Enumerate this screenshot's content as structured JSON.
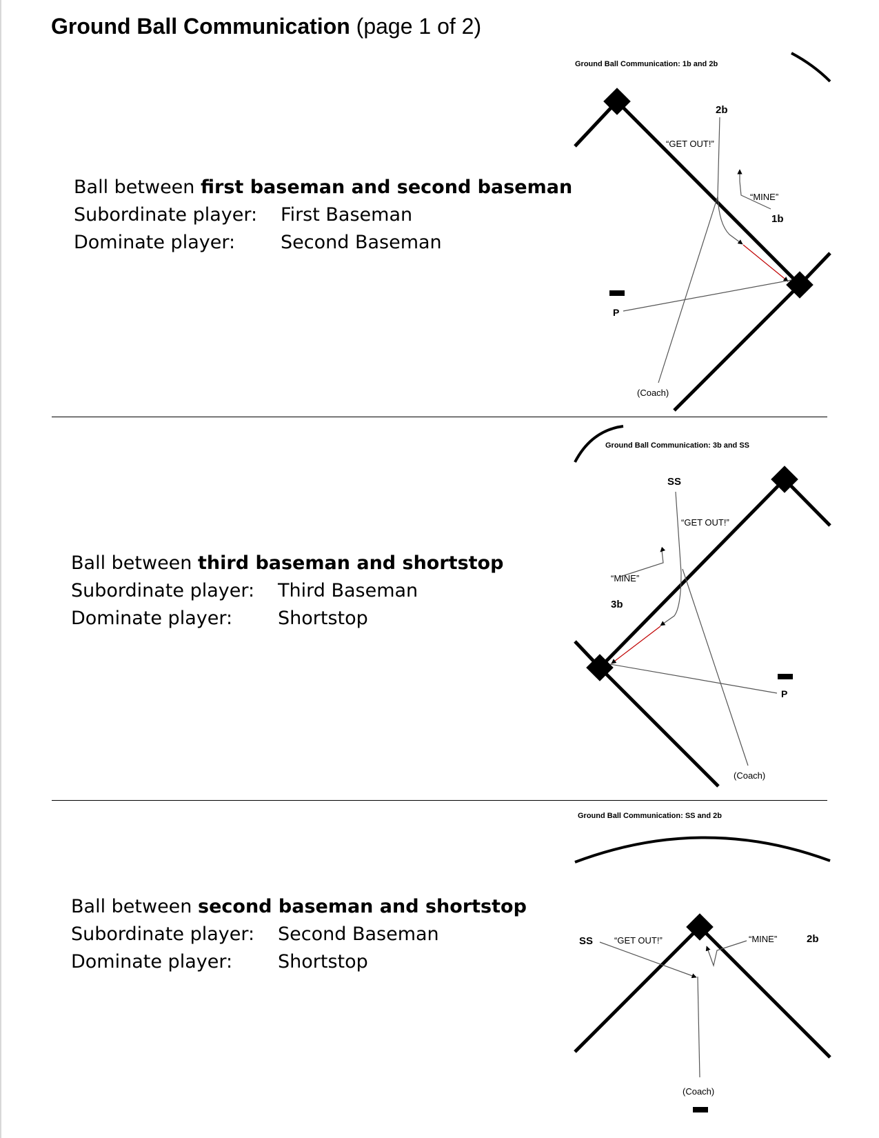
{
  "title": {
    "bold": "Ground Ball Communication",
    "normal": "(page 1 of 2)"
  },
  "sections": [
    {
      "heading_prefix": "Ball between",
      "heading_bold": "first baseman and second baseman",
      "subordinate_label": "Subordinate player:",
      "subordinate_value": "First Baseman",
      "dominate_label": "Dominate player:",
      "dominate_value": "Second Baseman",
      "diagram": {
        "title": "Ground Ball  Communication: 1b and 2b",
        "labels": {
          "p1": "2b",
          "call1": "“GET OUT!”",
          "call2": "“MINE”",
          "p2": "1b",
          "pitcher": "P",
          "coach": "(Coach)"
        }
      }
    },
    {
      "heading_prefix": "Ball between",
      "heading_bold": "third baseman and shortstop",
      "subordinate_label": "Subordinate player:",
      "subordinate_value": "Third Baseman",
      "dominate_label": "Dominate player:",
      "dominate_value": "Shortstop",
      "diagram": {
        "title": "Ground Ball  Communication: 3b and SS",
        "labels": {
          "p1": "SS",
          "call1": "“GET OUT!”",
          "call2": "“MINE”",
          "p2": "3b",
          "pitcher": "P",
          "coach": "(Coach)"
        }
      }
    },
    {
      "heading_prefix": "Ball between",
      "heading_bold": "second baseman and shortstop",
      "subordinate_label": "Subordinate player:",
      "subordinate_value": "Second Baseman",
      "dominate_label": "Dominate player:",
      "dominate_value": "Shortstop",
      "diagram": {
        "title": "Ground Ball  Communication: SS and 2b",
        "labels": {
          "p1": "SS",
          "call1": "“GET OUT!”",
          "call2": "“MINE”",
          "p2": "2b",
          "coach": "(Coach)"
        }
      }
    }
  ],
  "colors": {
    "ink": "#000000",
    "throw_line": "#c00000",
    "thin_line": "#555555"
  }
}
